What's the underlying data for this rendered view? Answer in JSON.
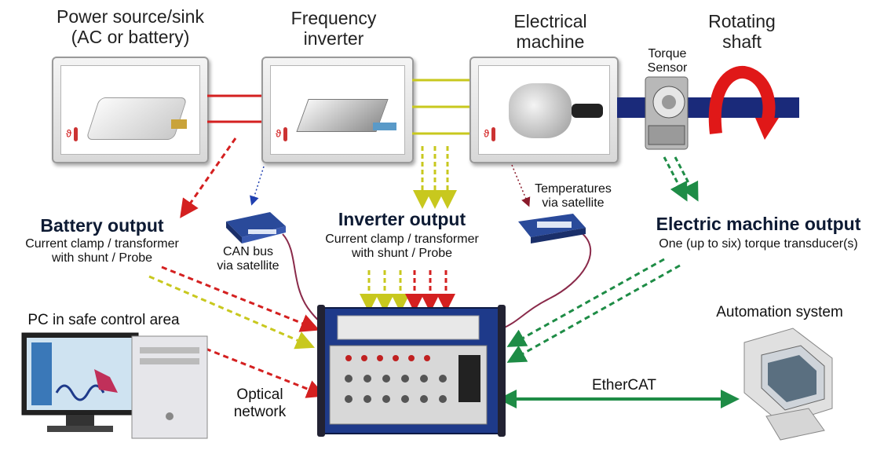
{
  "labels": {
    "power_source": [
      "Power source/sink",
      "(AC or battery)"
    ],
    "frequency_inverter": [
      "Frequency",
      "inverter"
    ],
    "electrical_machine": [
      "Electrical",
      "machine"
    ],
    "rotating_shaft": [
      "Rotating",
      "shaft"
    ],
    "torque_sensor": [
      "Torque",
      "Sensor"
    ],
    "battery_output_title": "Battery output",
    "battery_output_desc": [
      "Current clamp / transformer",
      "with shunt / Probe"
    ],
    "can_bus": [
      "CAN bus",
      "via satellite"
    ],
    "inverter_output_title": "Inverter output",
    "inverter_output_desc": [
      "Current clamp / transformer",
      "with shunt / Probe"
    ],
    "temperatures": [
      "Temperatures",
      "via satellite"
    ],
    "machine_output_title": "Electric machine output",
    "machine_output_desc": "One (up to six) torque transducer(s)",
    "pc": "PC in safe control area",
    "optical": [
      "Optical",
      "network"
    ],
    "ethercat": "EtherCAT",
    "automation": "Automation system",
    "thermo_symbol": "ϑ"
  },
  "colors": {
    "red": "#d42020",
    "yellow": "#c8c81e",
    "green": "#1e8c46",
    "blue_shaft": "#1a2a7a",
    "navy_text": "#0d1a33"
  }
}
